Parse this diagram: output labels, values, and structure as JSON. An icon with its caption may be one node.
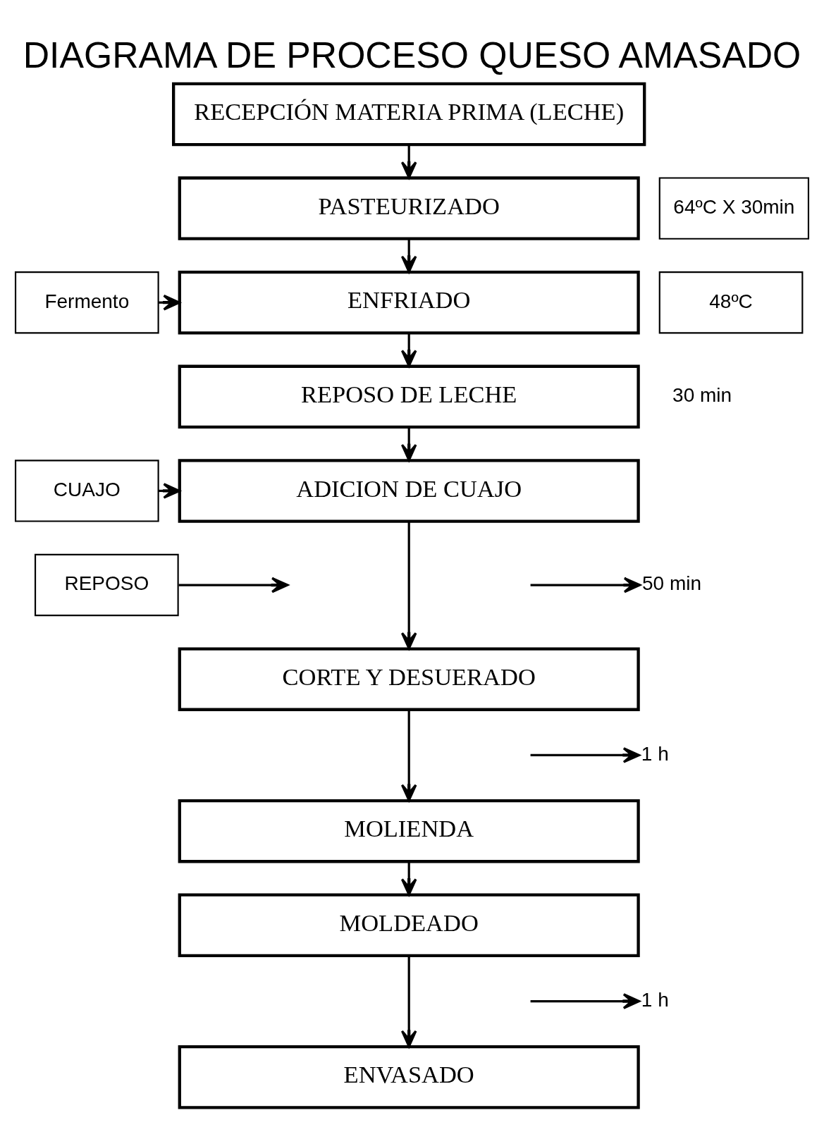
{
  "diagram": {
    "title": "DIAGRAMA DE PROCESO QUESO AMASADO",
    "nodes": [
      {
        "text": [
          "RECEPCIÓN MATERIA PRIMA (LECHE)"
        ]
      },
      {
        "text": [
          "PASTEURIZADO"
        ]
      },
      {
        "text": [
          "64ºC X 30min"
        ]
      },
      {
        "text": [
          "Fermento"
        ]
      },
      {
        "text": [
          "ENFRIADO"
        ]
      },
      {
        "text": [
          "48ºC"
        ]
      },
      {
        "text": [
          "REPOSO DE LECHE"
        ],
        "beside": [
          "30 min"
        ]
      },
      {
        "text": [
          "CUAJO"
        ]
      },
      {
        "text": [
          "ADICION DE CUAJO"
        ]
      },
      {
        "text": [
          "REPOSO"
        ]
      },
      {
        "text": [
          "50 min"
        ]
      },
      {
        "text": [
          "CORTE Y DESUERADO"
        ]
      },
      {
        "text": [
          "1 h"
        ]
      },
      {
        "text": [
          "MOLIENDA"
        ]
      },
      {
        "text": [
          "MOLDEADO"
        ]
      },
      {
        "text": [
          "1 h"
        ]
      },
      {
        "text": [
          "ENVASADO"
        ]
      }
    ],
    "edges": [
      {
        "from": 0,
        "to": 1,
        "arrow": "to"
      },
      {
        "from": 1,
        "to": 4,
        "arrow": "to"
      },
      {
        "from": 3,
        "to": 4,
        "arrow": "to"
      },
      {
        "from": 4,
        "to": 6,
        "arrow": "to"
      },
      {
        "from": 6,
        "to": 8,
        "arrow": "to"
      },
      {
        "from": 7,
        "to": 8,
        "arrow": "to"
      },
      {
        "from": 8,
        "to": 11,
        "arrow": "to"
      },
      {
        "from": 9,
        "to": null,
        "arrow": "to"
      },
      {
        "from": null,
        "to": 10,
        "arrow": "to"
      },
      {
        "from": 11,
        "to": 13,
        "arrow": "to"
      },
      {
        "from": null,
        "to": 12,
        "arrow": "to"
      },
      {
        "from": 13,
        "to": 14,
        "arrow": "to"
      },
      {
        "from": 14,
        "to": 16,
        "arrow": "to"
      },
      {
        "from": null,
        "to": 15,
        "arrow": "to"
      }
    ]
  }
}
